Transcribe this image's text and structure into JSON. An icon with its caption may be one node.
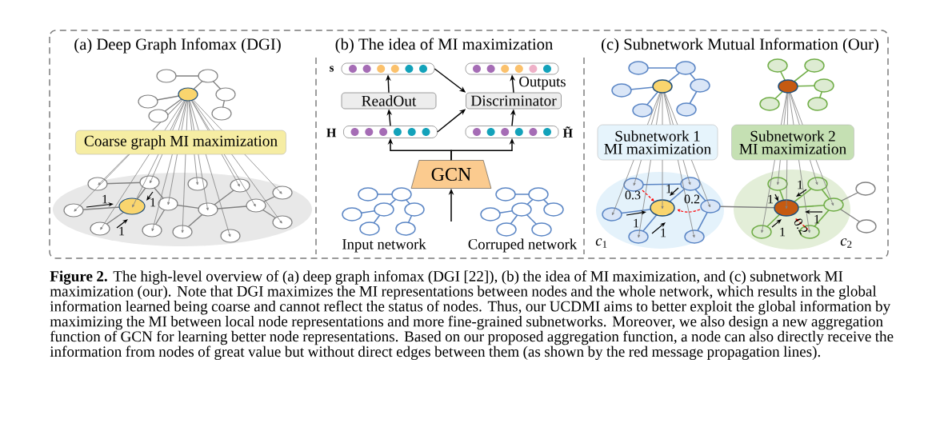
{
  "diagram": {
    "caption": "**Figure 2.** The high-level overview of (a) deep graph infomax (DGI [22]), (b) the idea of MI maximization, and (c) subnetwork MI maximization (our). Note that DGI maximizes the MI representations between nodes and the whole network, which results in the global information learned being coarse and cannot reflect the status of nodes. Thus, our UCDMI aims to better exploit the global information by maximizing the MI between local node representations and more fine-grained subnetworks. Moreover, we also design a new aggregation function of GCN for learning better node representations. Based on our proposed aggregation function, a node can also directly receive the information from nodes of great value but without direct edges between them (as shown by the red message propagation lines).",
    "nodes": [
      {
        "text": [
          "Coarse graph MI maximization"
        ]
      },
      {
        "text": [],
        "shape": "bar",
        "beside": [
          "s"
        ]
      },
      {
        "text": [],
        "shape": "bar",
        "beside": [
          "Outputs"
        ]
      },
      {
        "text": [
          "ReadOut"
        ]
      },
      {
        "text": [
          "Discriminator"
        ]
      },
      {
        "text": [],
        "shape": "bar",
        "beside": [
          "H"
        ]
      },
      {
        "text": [],
        "shape": "bar",
        "beside": [
          "H̃"
        ]
      },
      {
        "text": [
          "GCN"
        ]
      },
      {
        "text": [
          "Subnetwork 1 MI maximization"
        ]
      },
      {
        "text": [
          "Subnetwork 2 MI maximization"
        ]
      }
    ],
    "edges": [
      {
        "from": 5,
        "to": 3,
        "arrow": "to"
      },
      {
        "from": 3,
        "to": 1,
        "arrow": "to"
      },
      {
        "from": 1,
        "to": 4,
        "arrow": "to"
      },
      {
        "from": 5,
        "to": 4,
        "arrow": "to"
      },
      {
        "from": 6,
        "to": 4,
        "arrow": "to"
      },
      {
        "from": 4,
        "to": 2,
        "arrow": "to"
      },
      {
        "from": 7,
        "to": 5,
        "arrow": "to"
      },
      {
        "from": 7,
        "to": 6,
        "arrow": "to"
      },
      {
        "from": null,
        "to": 7,
        "arrow": "to"
      }
    ],
    "labels": [
      "(a) Deep Graph Infomax (DGI)",
      "(b) The idea of MI maximization",
      "(c) Subnetwork Mutual Information (Our)",
      "1",
      "1",
      "1",
      "Input network",
      "Corruped network",
      "0.3",
      "1",
      "0.2",
      "1",
      "1",
      "1",
      "1",
      "1",
      "0.2",
      "1",
      "*c*$_{1}$",
      "*c*$_{2}$"
    ]
  }
}
